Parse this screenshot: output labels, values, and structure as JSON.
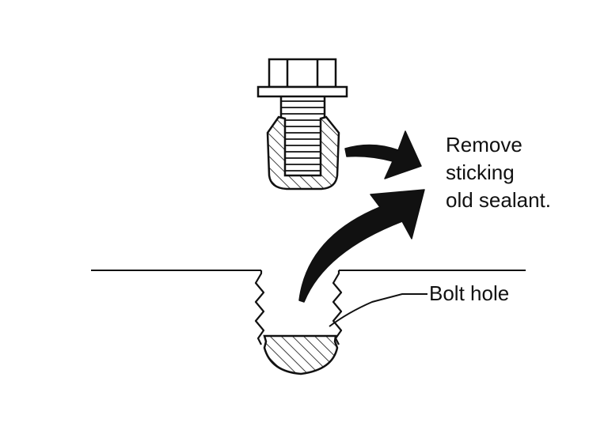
{
  "diagram": {
    "instruction_lines": [
      "Remove",
      "sticking",
      "old sealant."
    ],
    "bolt_hole_label": "Bolt hole",
    "colors": {
      "ink": "#111111",
      "background": "#ffffff"
    }
  }
}
